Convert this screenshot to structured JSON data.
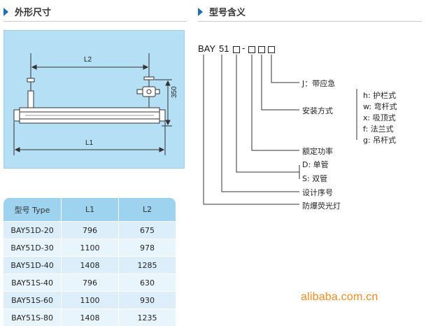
{
  "sections": {
    "dimensions_title": "外形尺寸",
    "model_title": "型号含义"
  },
  "drawing": {
    "l2_label": "L2",
    "l1_label": "L1",
    "height_label": "350"
  },
  "table": {
    "headers": [
      "型号 Type",
      "L1",
      "L2"
    ],
    "rows": [
      [
        "BAY51D-20",
        "796",
        "675"
      ],
      [
        "BAY51D-30",
        "1100",
        "978"
      ],
      [
        "BAY51D-40",
        "1408",
        "1285"
      ],
      [
        "BAY51S-40",
        "796",
        "630"
      ],
      [
        "BAY51S-60",
        "1100",
        "930"
      ],
      [
        "BAY51S-80",
        "1408",
        "1235"
      ]
    ]
  },
  "model_code": {
    "prefix": "BAY",
    "number": "51",
    "dash": "-"
  },
  "meanings": {
    "emergency": "J：带应急",
    "install": "安装方式",
    "power": "额定功率",
    "single": "D: 单管",
    "double": "S:  双管",
    "serial": "设计序号",
    "product": "防爆荧光灯"
  },
  "install_types": [
    "h: 护栏式",
    "w: 弯杆式",
    "x: 吸顶式",
    "f:  法兰式",
    "g: 吊杆式"
  ],
  "watermark": "alibaba.com.cn",
  "colors": {
    "accent": "#1d6fb8",
    "drawing_bg": "#b5dff4",
    "table_header": "#9ed3ef",
    "watermark": "#f08a1c"
  }
}
